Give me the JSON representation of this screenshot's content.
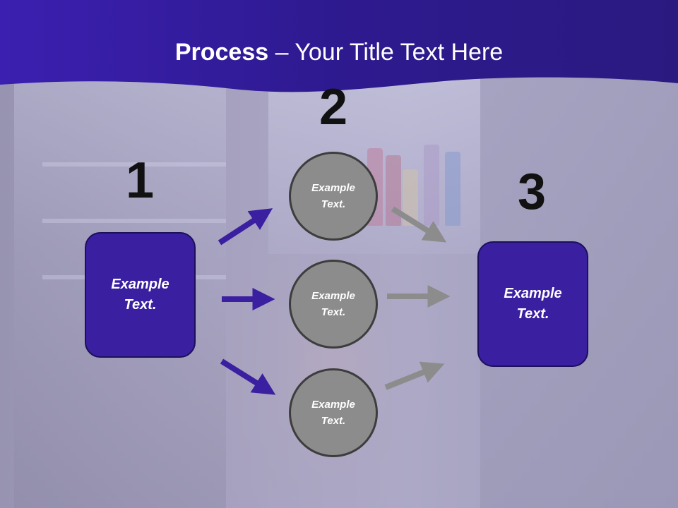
{
  "slide": {
    "title_bold": "Process",
    "title_rest": " – Your Title Text Here",
    "colors": {
      "banner": "#3a1fa0",
      "box_fill": "#3a1fa0",
      "circle_fill": "#8c8c8c",
      "purple_arrow": "#3a1fa0",
      "gray_arrow": "#8c8c8c"
    }
  },
  "steps": {
    "step1": {
      "number": "1",
      "label": "Example Text."
    },
    "step2": {
      "number": "2",
      "items": [
        {
          "label": "Example Text."
        },
        {
          "label": "Example Text."
        },
        {
          "label": "Example Text."
        }
      ]
    },
    "step3": {
      "number": "3",
      "label": "Example Text."
    }
  }
}
